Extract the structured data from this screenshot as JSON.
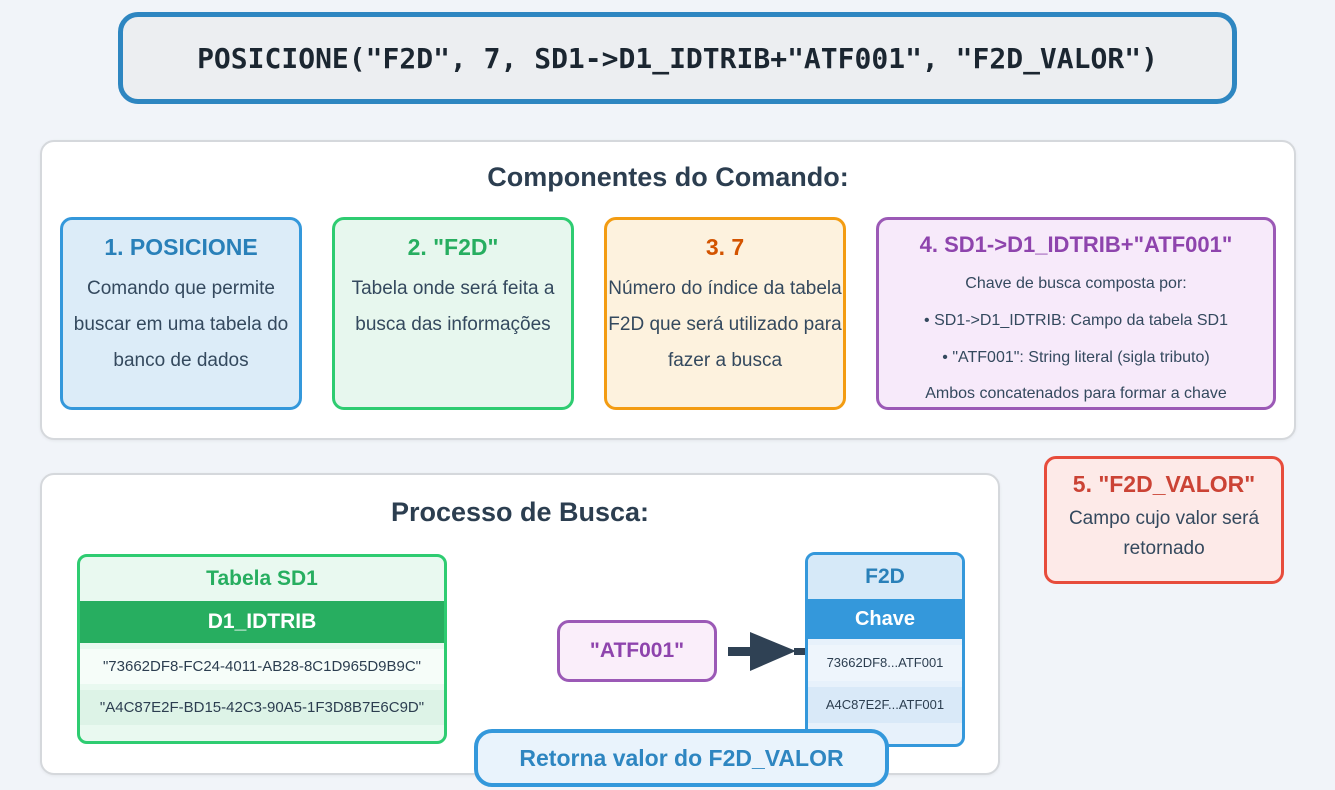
{
  "command": {
    "code": "POSICIONE(\"F2D\", 7, SD1->D1_IDTRIB+\"ATF001\", \"F2D_VALOR\")"
  },
  "components": {
    "title": "Componentes do Comando:",
    "items": [
      {
        "title": "1. POSICIONE",
        "body": "Comando que permite buscar em uma tabela do banco de dados",
        "accent": "#2980b9"
      },
      {
        "title": "2. \"F2D\"",
        "body": "Tabela onde será feita a busca das informações",
        "accent": "#27ae60"
      },
      {
        "title": "3. 7",
        "body": "Número do índice da tabela F2D que será utilizado para fazer a busca",
        "accent": "#d35400"
      },
      {
        "title": "4. SD1->D1_IDTRIB+\"ATF001\"",
        "lines": [
          "Chave de busca composta por:",
          "• SD1->D1_IDTRIB: Campo da tabela SD1",
          "• \"ATF001\": String literal (sigla tributo)",
          "Ambos concatenados para formar a chave"
        ],
        "accent": "#8e44ad"
      },
      {
        "title": "5. \"F2D_VALOR\"",
        "body": "Campo cujo valor será retornado",
        "accent": "#cb4335"
      }
    ]
  },
  "process": {
    "title": "Processo de Busca:",
    "sd1_table": {
      "title": "Tabela SD1",
      "column": "D1_IDTRIB",
      "rows": [
        "\"73662DF8-FC24-4011-AB28-8C1D965D9B9C\"",
        "\"A4C87E2F-BD15-42C3-90A5-1F3D8B7E6C9D\""
      ]
    },
    "key_literal": "\"ATF001\"",
    "f2d_table": {
      "title": "F2D",
      "column": "Chave",
      "rows": [
        "73662DF8...ATF001",
        "A4C87E2F...ATF001"
      ]
    },
    "result_label": "Retorna valor do F2D_VALOR"
  },
  "colors": {
    "page_background": "#f1f4f9",
    "code_border": "#2e86c1",
    "blue": "#3498db",
    "green": "#2ecc71",
    "green_dark": "#27ae60",
    "orange": "#f39c12",
    "orange_dark": "#d35400",
    "purple": "#9b59b6",
    "purple_dark": "#8e44ad",
    "red": "#e74c3c",
    "red_dark": "#cb4335",
    "arrow": "#2f4154",
    "body_text": "#34495e"
  }
}
